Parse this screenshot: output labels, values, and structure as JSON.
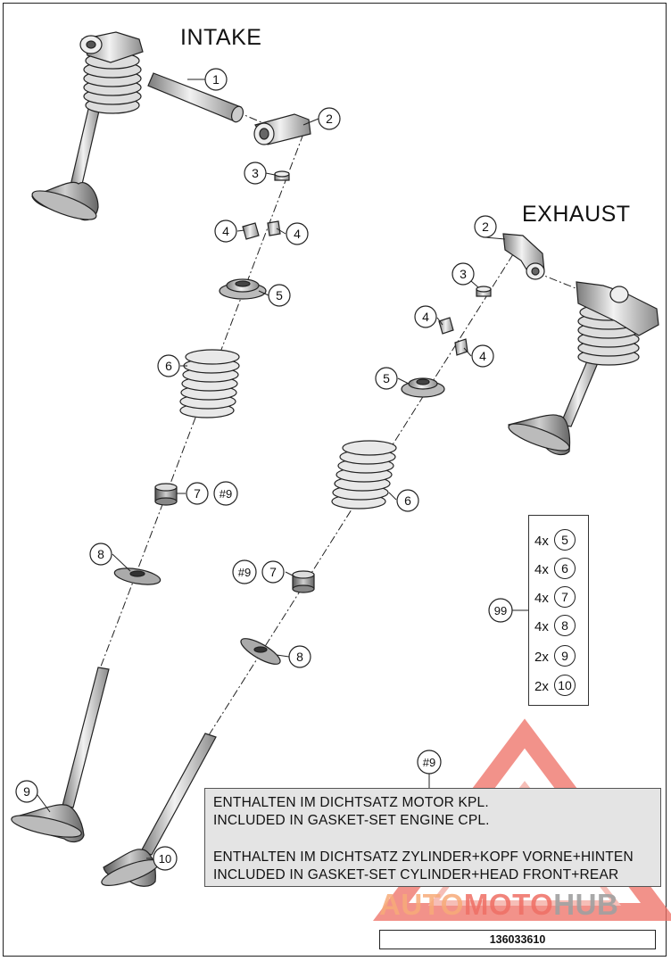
{
  "titles": {
    "intake": "INTAKE",
    "exhaust": "EXHAUST"
  },
  "callouts": [
    {
      "id": "intake-rocker-shaft",
      "label": "1"
    },
    {
      "id": "intake-rocker-arm",
      "label": "2"
    },
    {
      "id": "intake-valve-cap",
      "label": "3"
    },
    {
      "id": "intake-valve-keeper-left",
      "label": "4"
    },
    {
      "id": "intake-valve-keeper-right",
      "label": "4"
    },
    {
      "id": "intake-spring-retainer",
      "label": "5"
    },
    {
      "id": "intake-valve-spring",
      "label": "6"
    },
    {
      "id": "intake-valve-stem-seal",
      "label": "7"
    },
    {
      "id": "intake-stem-seal-kit",
      "label": "#9"
    },
    {
      "id": "intake-spring-seat",
      "label": "8"
    },
    {
      "id": "intake-valve",
      "label": "9"
    },
    {
      "id": "exhaust-rocker-arm",
      "label": "2"
    },
    {
      "id": "exhaust-valve-cap",
      "label": "3"
    },
    {
      "id": "exhaust-valve-keeper-top",
      "label": "4"
    },
    {
      "id": "exhaust-valve-keeper-bottom",
      "label": "4"
    },
    {
      "id": "exhaust-spring-retainer",
      "label": "5"
    },
    {
      "id": "exhaust-valve-spring",
      "label": "6"
    },
    {
      "id": "exhaust-stem-seal-kit",
      "label": "#9"
    },
    {
      "id": "exhaust-valve-stem-seal",
      "label": "7"
    },
    {
      "id": "exhaust-spring-seat",
      "label": "8"
    },
    {
      "id": "exhaust-valve",
      "label": "10"
    },
    {
      "id": "kit",
      "label": "99"
    },
    {
      "id": "note-ref",
      "label": "#9"
    }
  ],
  "kit_contents": [
    {
      "qty": "4x",
      "item": "5"
    },
    {
      "qty": "4x",
      "item": "6"
    },
    {
      "qty": "4x",
      "item": "7"
    },
    {
      "qty": "4x",
      "item": "8"
    },
    {
      "qty": "2x",
      "item": "9"
    },
    {
      "qty": "2x",
      "item": "10"
    }
  ],
  "note": {
    "line1": "ENTHALTEN IM DICHTSATZ MOTOR KPL.",
    "line2": "INCLUDED IN GASKET-SET ENGINE CPL.",
    "line3": "ENTHALTEN IM DICHTSATZ ZYLINDER+KOPF VORNE+HINTEN",
    "line4": "INCLUDED IN GASKET-SET CYLINDER+HEAD FRONT+REAR"
  },
  "watermark": {
    "part1": "AUTO",
    "part2": "MOTO",
    "part3": "HUB"
  },
  "drawing_number": "136033610",
  "colors": {
    "ink": "#111111",
    "note_bg": "#e4e4e4",
    "watermark_red": "#ee6e64",
    "watermark_orange": "#f7aa78"
  }
}
